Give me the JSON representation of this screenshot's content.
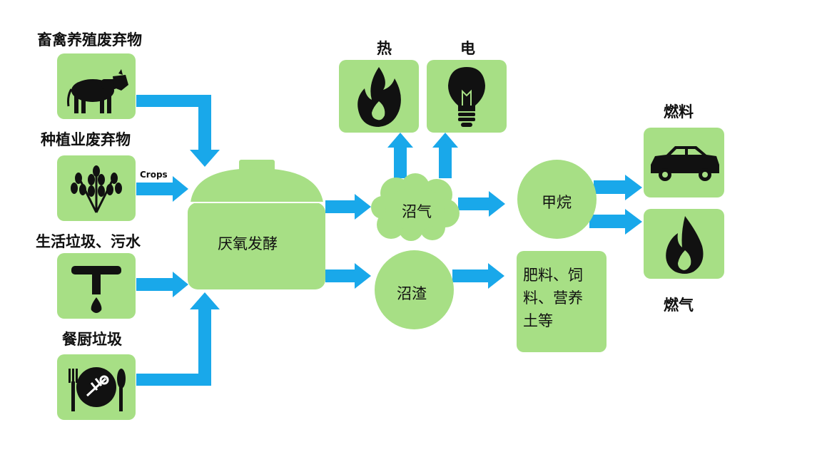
{
  "inputs": {
    "livestock": "畜禽养殖废弃物",
    "crop_waste": "种植业废弃物",
    "domestic": "生活垃圾、污水",
    "kitchen": "餐厨垃圾",
    "crops_tag": "Crops"
  },
  "process": {
    "digestion": "厌氧发酵"
  },
  "outputs": {
    "biogas": "沼气",
    "residue": "沼渣",
    "heat": "热",
    "electricity": "电",
    "methane": "甲烷",
    "fuel": "燃料",
    "gas": "燃气",
    "fertilizer_line1": "肥料、饲",
    "fertilizer_line2": "料、营养",
    "fertilizer_line3": "土等"
  },
  "colors": {
    "box_green": "#a7df85",
    "arrow_blue": "#19a8ea",
    "icon_black": "#111111"
  },
  "icons": [
    "cow-icon",
    "wheat-icon",
    "faucet-icon",
    "plate-icon",
    "fire-icon",
    "lightbulb-icon",
    "car-icon",
    "flame-icon"
  ]
}
